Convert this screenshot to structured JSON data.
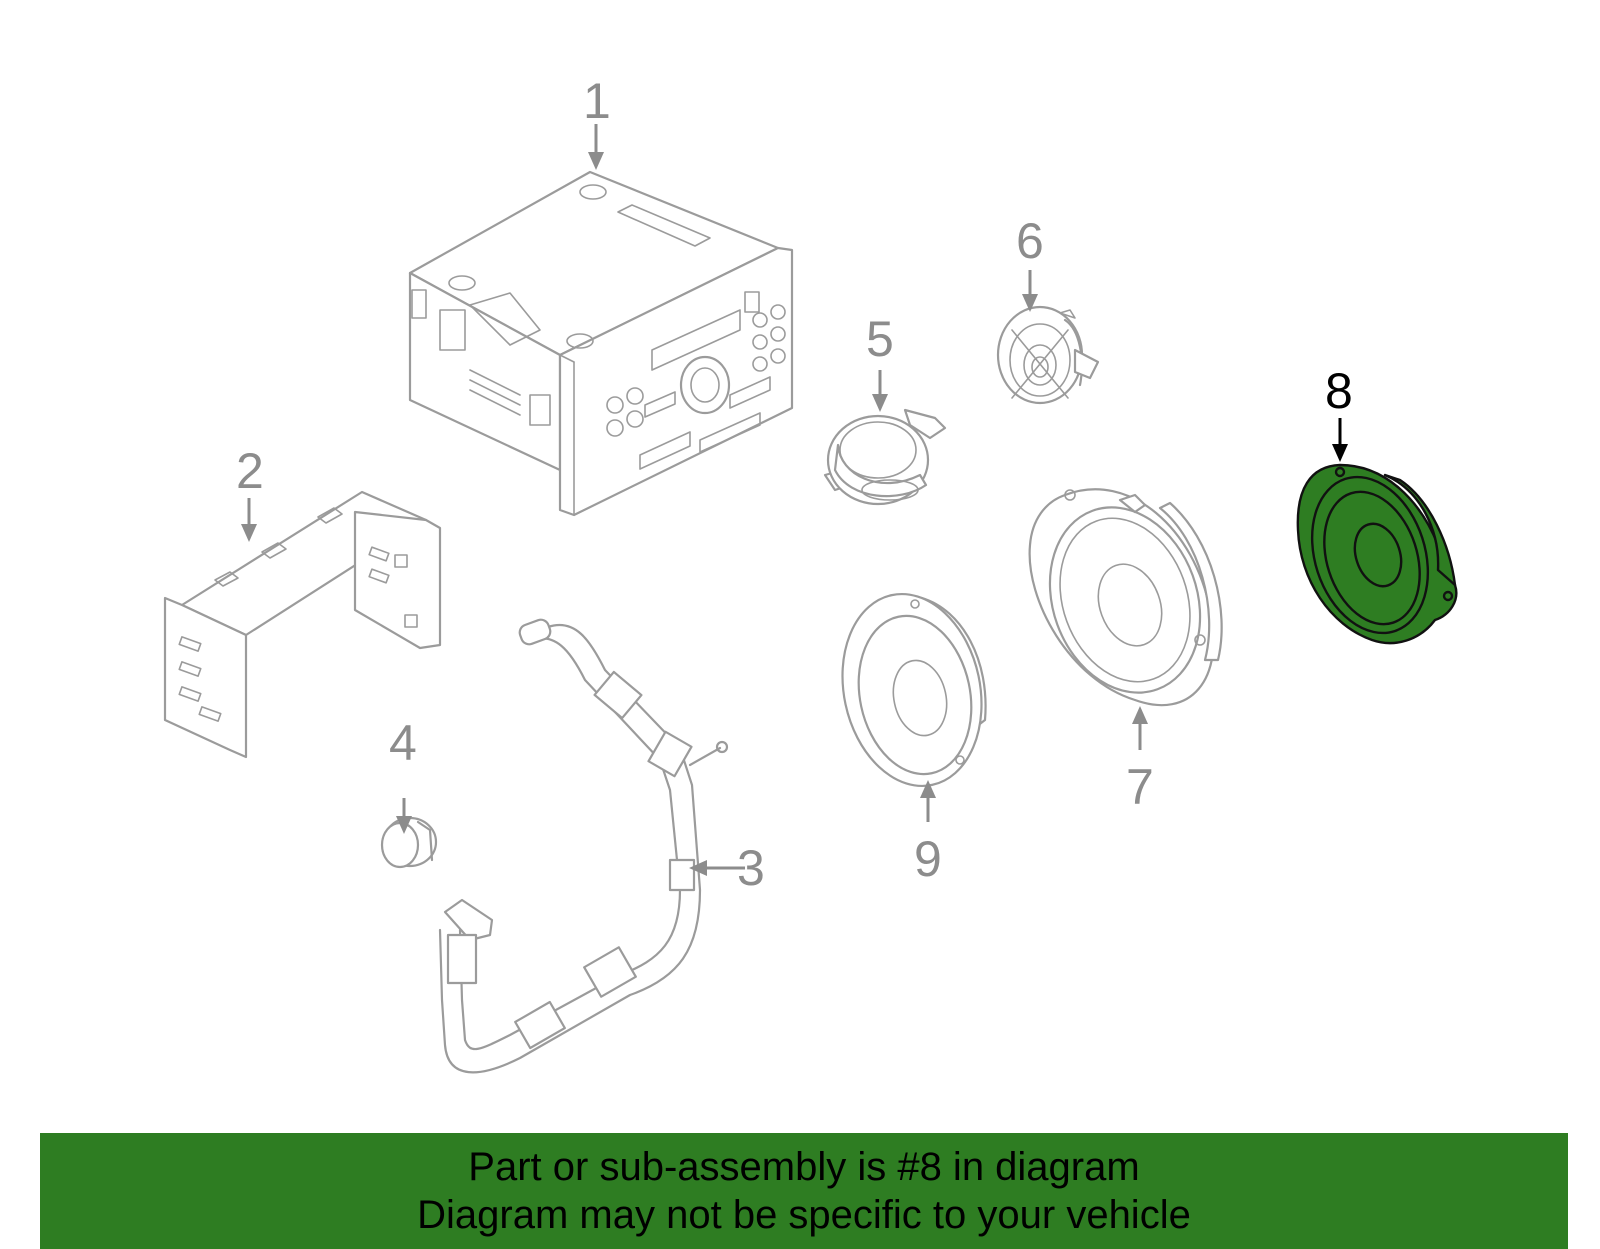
{
  "callouts": {
    "c1": "1",
    "c2": "2",
    "c3": "3",
    "c4": "4",
    "c5": "5",
    "c6": "6",
    "c7": "7",
    "c8": "8",
    "c9": "9"
  },
  "selected_part": "8",
  "colors": {
    "highlight": "#2e7d22",
    "banner": "#2e7d22",
    "line_art": "#9b9b9b",
    "callout_text": "#8c8c8c",
    "selected_text": "#000000"
  },
  "banner": {
    "line1": "Part or sub-assembly is #8 in diagram",
    "line2": "Diagram may not be specific to your vehicle"
  }
}
